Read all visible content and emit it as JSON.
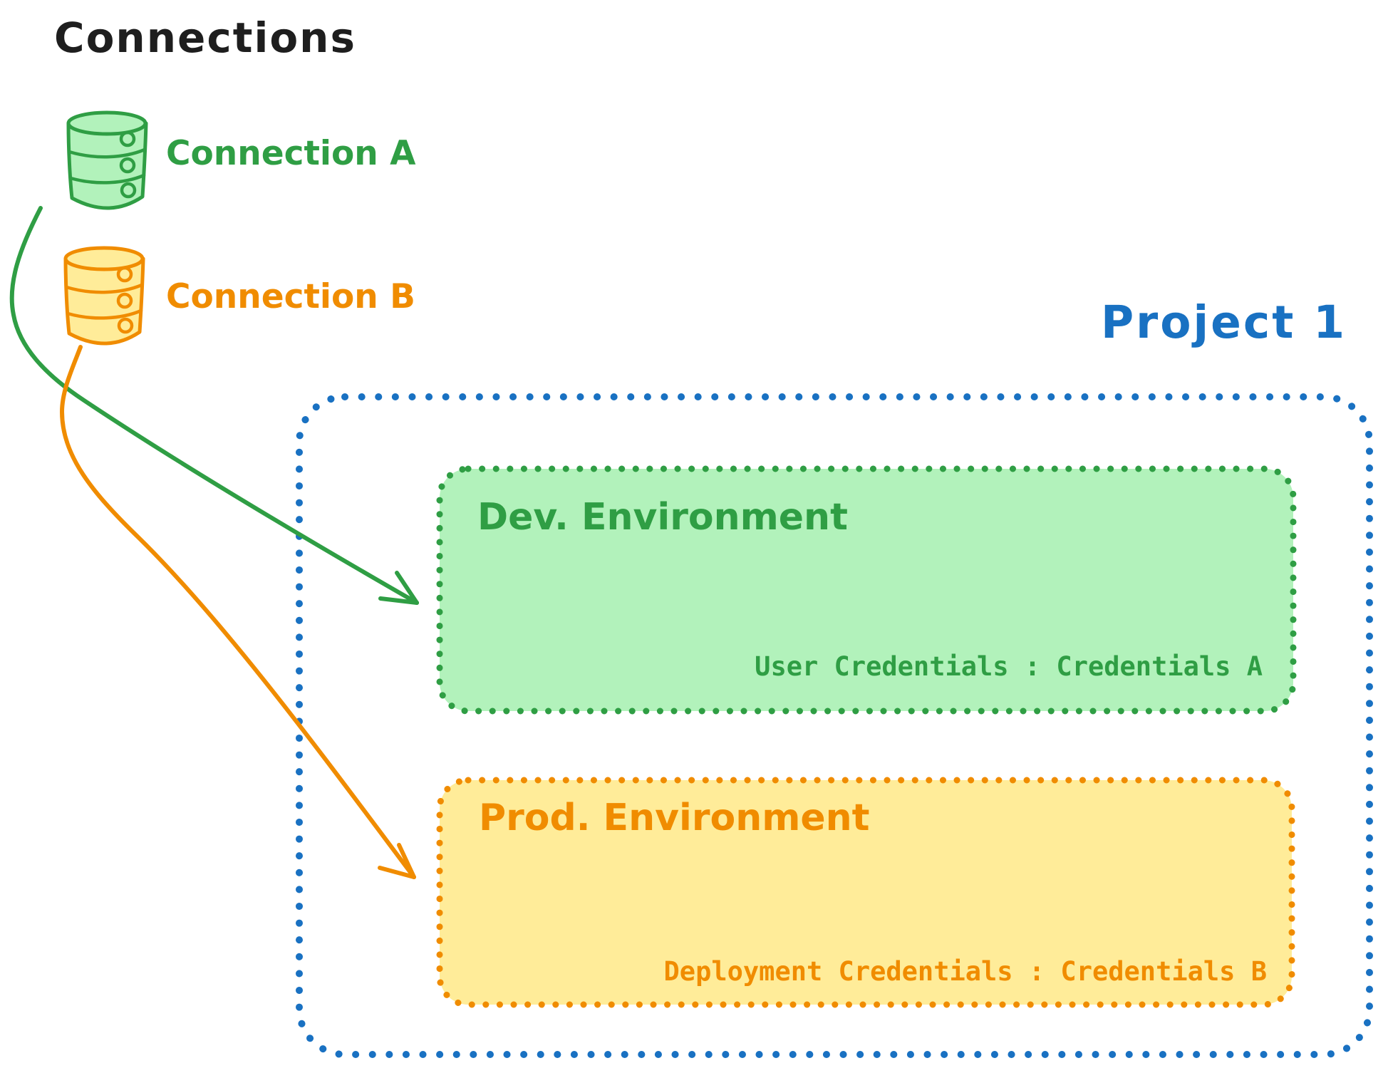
{
  "title": "Connections",
  "colors": {
    "ink": "#1e1e1e",
    "green": "#2f9e44",
    "green_fill": "#b2f2bb",
    "orange": "#f08c00",
    "orange_fill": "#ffec99",
    "blue": "#1971c2"
  },
  "connections": [
    {
      "label": "Connection A",
      "icon": "database-icon",
      "color": "green"
    },
    {
      "label": "Connection B",
      "icon": "database-icon",
      "color": "orange"
    }
  ],
  "project": {
    "label": "Project 1",
    "environments": [
      {
        "name": "Dev. Environment",
        "credentials": "User Credentials : Credentials A",
        "color": "green"
      },
      {
        "name": "Prod. Environment",
        "credentials": "Deployment Credentials : Credentials B",
        "color": "orange"
      }
    ]
  },
  "arrows": [
    {
      "from": "Connection A",
      "to": "Dev. Environment",
      "color": "green"
    },
    {
      "from": "Connection B",
      "to": "Prod. Environment",
      "color": "orange"
    }
  ]
}
